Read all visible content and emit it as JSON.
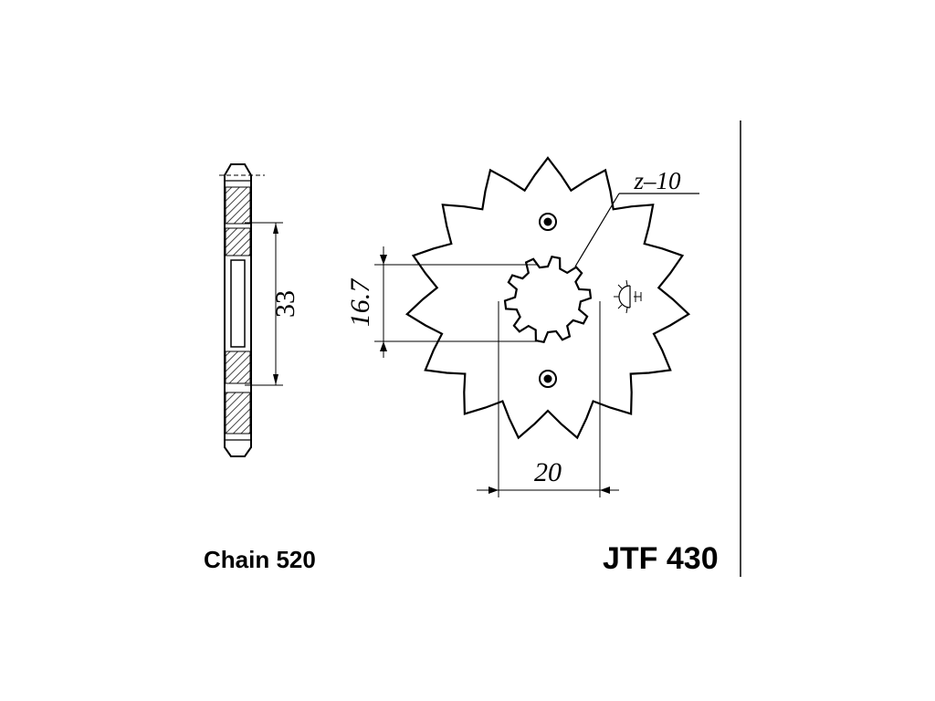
{
  "part_number": "JTF 430",
  "chain_label": "Chain 520",
  "dimensions": {
    "tooth_count": "z–10",
    "spline_diameter": "16.7",
    "spline_width": "20",
    "bolt_circle": "33"
  },
  "sprocket": {
    "teeth": 15,
    "spline_teeth": 10
  },
  "icons": {
    "stamp": "sun-stamp-icon"
  },
  "colors": {
    "ink": "#000000",
    "paper": "#ffffff",
    "hatch": "#444444"
  }
}
